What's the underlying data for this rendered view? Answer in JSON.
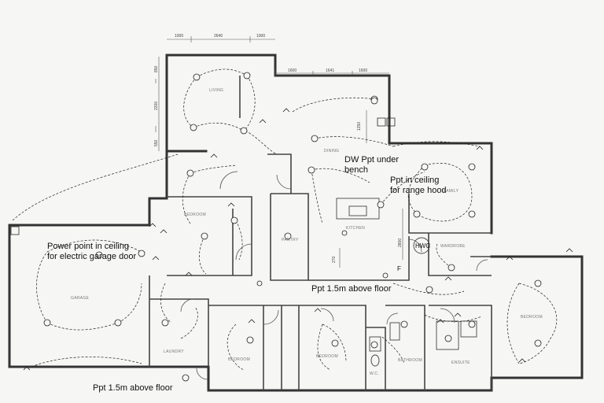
{
  "dimensions": {
    "top": [
      "1000",
      "2640",
      "1000"
    ],
    "top_right": [
      "1600",
      "1641",
      "1600"
    ],
    "left": [
      "850",
      "2200",
      "550"
    ],
    "mid": "1250",
    "kitchen_a": "270",
    "kitchen_b": "2800"
  },
  "rooms": {
    "living": "LIVING",
    "dining": "DINING",
    "family": "FAMILY",
    "bedroom_1": "BEDROOM",
    "pantry": "PANTRY",
    "kitchen": "KITCHEN",
    "wardrobe": "WARDROBE",
    "garage": "GARAGE",
    "bedroom_master": "BEDROOM",
    "laundry": "LAUNDRY",
    "bedroom_2": "BEDROOM",
    "bedroom_3": "BEDROOM",
    "wc": "W.C.",
    "bathroom": "BATHROOM",
    "ensuite": "ENSUITE"
  },
  "annotations": {
    "dw": "DW Ppt under\nbench",
    "range": "Ppt in ceiling\nfor range hood",
    "garage_door": "Power point in ceiling\nfor electric garage door",
    "ppt_hall": "Ppt 1.5m above floor",
    "ppt_laundry": "Ppt 1.5m above floor",
    "hwc": "HWC",
    "f": "F"
  }
}
